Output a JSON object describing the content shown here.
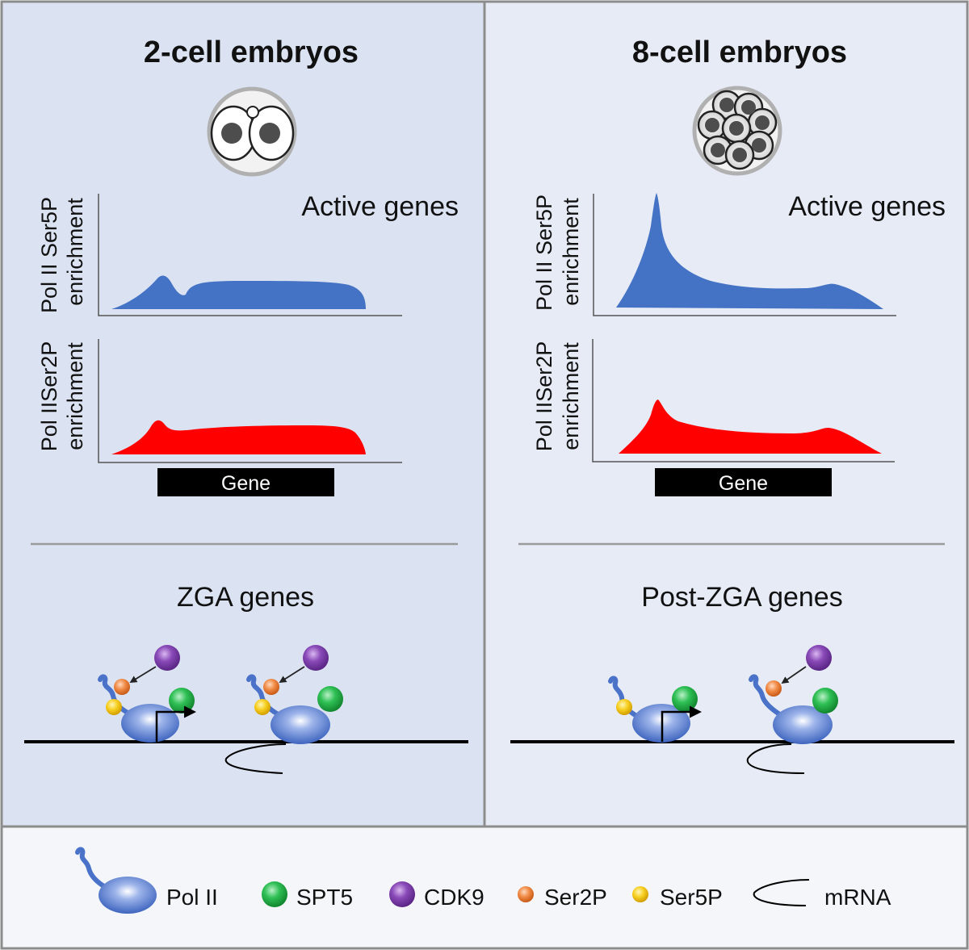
{
  "colors": {
    "left_panel_bg": "#dbe3f2",
    "right_panel_bg": "#e6ebf6",
    "legend_bg": "#f4f6fa",
    "border": "#8c8c8c",
    "ser5p_profile": "#4472c4",
    "ser2p_profile": "#ff0000",
    "pol2": "#4a72c8",
    "spt5": "#22b04a",
    "cdk9": "#7b3fa8",
    "ser2p": "#ee7a30",
    "ser5p": "#f5c518"
  },
  "left_panel": {
    "title": "2-cell embryos",
    "embryo_icon": "two-cell-embryo-icon",
    "ser5p_ylabel_line1": "Pol II Ser5P",
    "ser5p_ylabel_line2": "enrichment",
    "ser5p_annotation": "Active genes",
    "ser2p_ylabel_line1": "Pol IISer2P",
    "ser2p_ylabel_line2": "enrichment",
    "gene_label": "Gene",
    "section_title": "ZGA genes"
  },
  "right_panel": {
    "title": "8-cell embryos",
    "embryo_icon": "eight-cell-embryo-icon",
    "ser5p_ylabel_line1": "Pol II Ser5P",
    "ser5p_ylabel_line2": "enrichment",
    "ser5p_annotation": "Active genes",
    "ser2p_ylabel_line1": "Pol IISer2P",
    "ser2p_ylabel_line2": "enrichment",
    "gene_label": "Gene",
    "section_title": "Post-ZGA genes"
  },
  "legend": {
    "items": [
      {
        "label": "Pol II",
        "icon": "pol2-icon"
      },
      {
        "label": "SPT5",
        "icon": "spt5-icon"
      },
      {
        "label": "CDK9",
        "icon": "cdk9-icon"
      },
      {
        "label": "Ser2P",
        "icon": "ser2p-icon"
      },
      {
        "label": "Ser5P",
        "icon": "ser5p-icon"
      },
      {
        "label": "mRNA",
        "icon": "mrna-icon"
      }
    ]
  }
}
